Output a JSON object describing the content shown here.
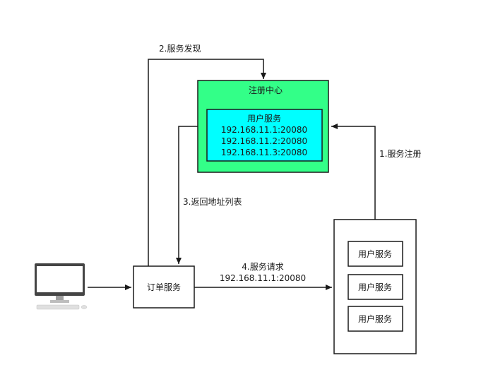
{
  "registry": {
    "title": "注册中心",
    "inner": {
      "title": "用户服务",
      "addresses": [
        "192.168.11.1:20080",
        "192.168.11.2:20080",
        "192.168.11.3:20080"
      ]
    }
  },
  "order_service": {
    "label": "订单服务"
  },
  "user_cluster": {
    "instances": [
      "用户服务",
      "用户服务",
      "用户服务"
    ]
  },
  "edges": {
    "register": "1.服务注册",
    "discover": "2.服务发现",
    "return_list": "3.返回地址列表",
    "request": {
      "title": "4.服务请求",
      "address": "192.168.11.1:20080"
    }
  },
  "colors": {
    "registry_fill": "#33ff88",
    "inner_fill": "#00ffff",
    "stroke": "#1a1a1a",
    "monitor_frame": "#444444",
    "monitor_stand": "#9e9e9e"
  }
}
